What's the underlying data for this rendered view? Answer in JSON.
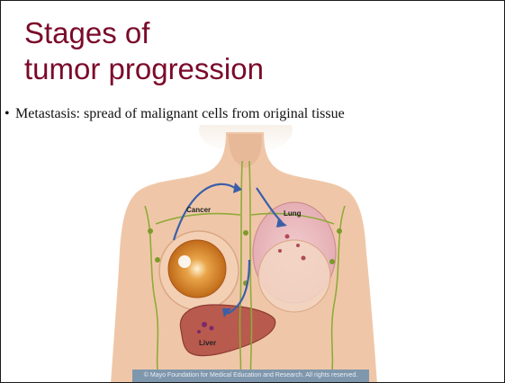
{
  "slide": {
    "title_line1": "Stages of",
    "title_line2": "tumor progression",
    "bullet_marker": "•",
    "bullet_text": "Metastasis: spread of malignant cells from original tissue"
  },
  "illustration": {
    "labels": {
      "cancer": "Cancer",
      "lung": "Lung",
      "liver": "Liver"
    },
    "credit": "© Mayo Foundation for Medical Education and Research. All rights reserved."
  },
  "colors": {
    "title": "#7b0a2a",
    "skin": "#efc7a8",
    "liver": "#b85a4e",
    "tumor": "#d98a2e",
    "lymph": "#8faa3a",
    "arrow": "#3a5fa8"
  }
}
